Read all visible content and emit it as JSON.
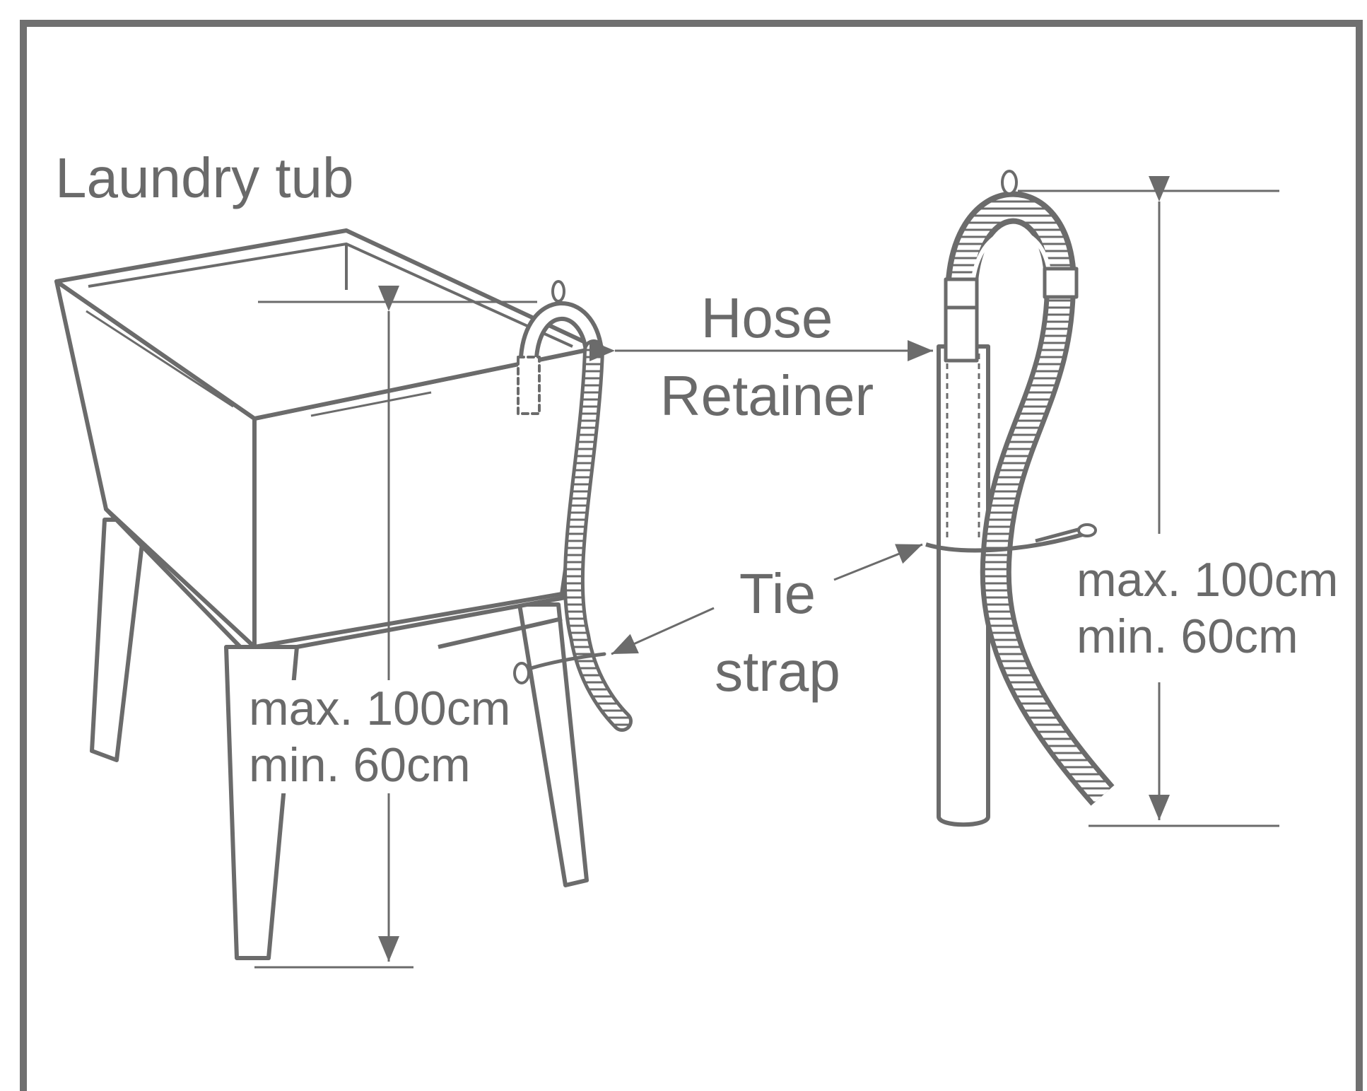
{
  "labels": {
    "laundry_tub": "Laundry tub",
    "hose_retainer_line1": "Hose",
    "hose_retainer_line2": "Retainer",
    "tie_strap_line1": "Tie",
    "tie_strap_line2": "strap",
    "left_height_max": "max. 100cm",
    "left_height_min": "min. 60cm",
    "right_height_max": "max. 100cm",
    "right_height_min": "min. 60cm"
  },
  "colors": {
    "line": "#6b6b6b",
    "text": "#6a6a6a",
    "frame": "#707070",
    "background": "#ffffff"
  }
}
